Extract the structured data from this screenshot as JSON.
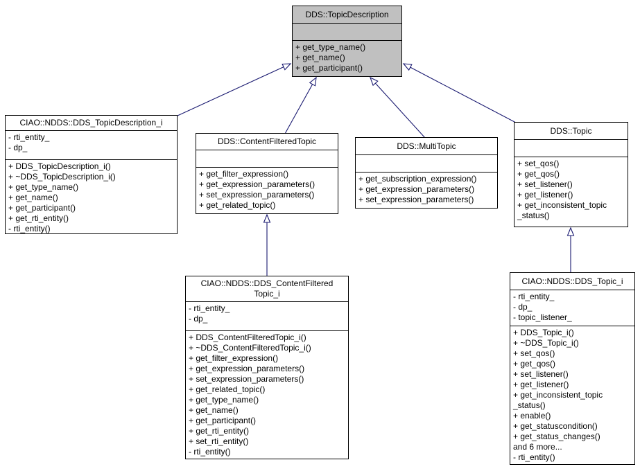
{
  "diagram": {
    "kind": "uml-class-inheritance-diagram",
    "root_class": "DDS::TopicDescription"
  },
  "colors": {
    "edge": "#191970",
    "highlight_fill": "#c0c0c0",
    "box_fill": "#ffffff",
    "border": "#000000"
  },
  "classes": [
    {
      "id": "dds-topicdescription",
      "title": "DDS::TopicDescription",
      "highlighted": true,
      "attributes": [],
      "methods": [
        "+ get_type_name()",
        "+ get_name()",
        "+ get_participant()"
      ]
    },
    {
      "id": "ciao-ndds-dds-topicdescription-i",
      "title": "CIAO::NDDS::DDS_TopicDescription_i",
      "highlighted": false,
      "attributes": [
        "- rti_entity_",
        "- dp_"
      ],
      "methods": [
        "+ DDS_TopicDescription_i()",
        "+ ~DDS_TopicDescription_i()",
        "+ get_type_name()",
        "+ get_name()",
        "+ get_participant()",
        "+ get_rti_entity()",
        "- rti_entity()"
      ]
    },
    {
      "id": "dds-contentfilteredtopic",
      "title": "DDS::ContentFilteredTopic",
      "highlighted": false,
      "attributes": [],
      "methods": [
        "+ get_filter_expression()",
        "+ get_expression_parameters()",
        "+ set_expression_parameters()",
        "+ get_related_topic()"
      ]
    },
    {
      "id": "dds-multitopic",
      "title": "DDS::MultiTopic",
      "highlighted": false,
      "attributes": [],
      "methods": [
        "+ get_subscription_expression()",
        "+ get_expression_parameters()",
        "+ set_expression_parameters()"
      ]
    },
    {
      "id": "dds-topic",
      "title": "DDS::Topic",
      "highlighted": false,
      "attributes": [],
      "methods": [
        "+ set_qos()",
        "+ get_qos()",
        "+ set_listener()",
        "+ get_listener()",
        "+ get_inconsistent_topic\n_status()"
      ]
    },
    {
      "id": "ciao-ndds-dds-contentfilteredtopic-i",
      "title": "CIAO::NDDS::DDS_ContentFiltered\nTopic_i",
      "highlighted": false,
      "attributes": [
        "- rti_entity_",
        "- dp_"
      ],
      "methods": [
        "+ DDS_ContentFilteredTopic_i()",
        "+ ~DDS_ContentFilteredTopic_i()",
        "+ get_filter_expression()",
        "+ get_expression_parameters()",
        "+ set_expression_parameters()",
        "+ get_related_topic()",
        "+ get_type_name()",
        "+ get_name()",
        "+ get_participant()",
        "+ get_rti_entity()",
        "+ set_rti_entity()",
        "- rti_entity()"
      ]
    },
    {
      "id": "ciao-ndds-dds-topic-i",
      "title": "CIAO::NDDS::DDS_Topic_i",
      "highlighted": false,
      "attributes": [
        "- rti_entity_",
        "- dp_",
        "- topic_listener_"
      ],
      "methods": [
        "+ DDS_Topic_i()",
        "+ ~DDS_Topic_i()",
        "+ set_qos()",
        "+ get_qos()",
        "+ set_listener()",
        "+ get_listener()",
        "+ get_inconsistent_topic\n_status()",
        "+ enable()",
        "+ get_statuscondition()",
        "+ get_status_changes()",
        "and 6 more...",
        "- rti_entity()"
      ]
    }
  ],
  "edges": [
    {
      "from": "CIAO::NDDS::DDS_TopicDescription_i",
      "to": "DDS::TopicDescription",
      "type": "inheritance"
    },
    {
      "from": "DDS::ContentFilteredTopic",
      "to": "DDS::TopicDescription",
      "type": "inheritance"
    },
    {
      "from": "DDS::MultiTopic",
      "to": "DDS::TopicDescription",
      "type": "inheritance"
    },
    {
      "from": "DDS::Topic",
      "to": "DDS::TopicDescription",
      "type": "inheritance"
    },
    {
      "from": "CIAO::NDDS::DDS_ContentFilteredTopic_i",
      "to": "DDS::ContentFilteredTopic",
      "type": "inheritance"
    },
    {
      "from": "CIAO::NDDS::DDS_Topic_i",
      "to": "DDS::Topic",
      "type": "inheritance"
    }
  ]
}
